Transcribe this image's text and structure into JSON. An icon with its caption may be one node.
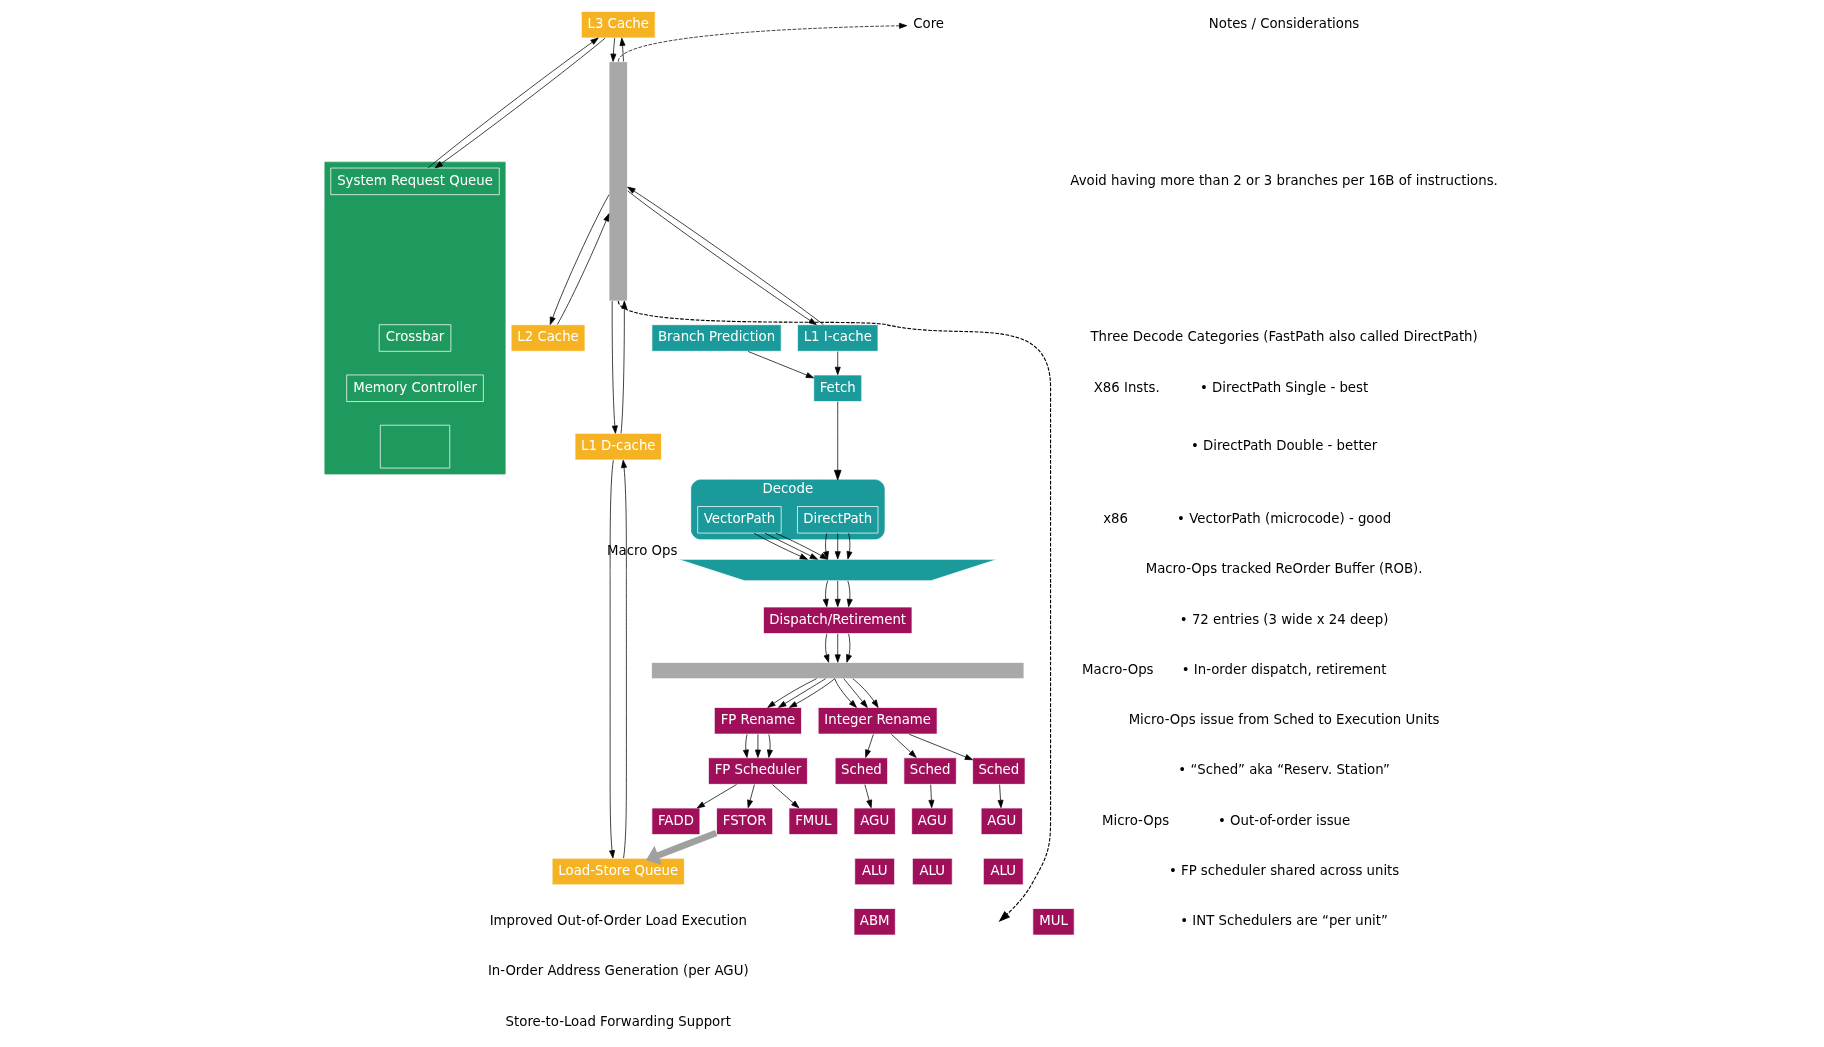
{
  "diagram": {
    "nodes": [
      {
        "text": [
          "L3 Cache"
        ]
      },
      {
        "text": [],
        "shape": "box"
      },
      {
        "text": [
          "System Request Queue"
        ],
        "in": 1
      },
      {
        "text": [
          "Crossbar"
        ],
        "in": 1
      },
      {
        "text": [
          "Memory Controller"
        ],
        "in": 1
      },
      {
        "text": [],
        "shape": "box",
        "in": 1
      },
      {
        "text": [],
        "shape": "bar"
      },
      {
        "text": [
          "L1 I-cache"
        ]
      },
      {
        "text": [
          "L2 Cache"
        ]
      },
      {
        "text": [
          "L1 D-cache"
        ]
      },
      {
        "text": [
          "Load-Store Queue"
        ]
      },
      {
        "text": [
          "Fetch"
        ]
      },
      {
        "text": [
          "Branch Prediction"
        ]
      },
      {
        "text": [
          "Decode"
        ]
      },
      {
        "text": [
          "DirectPath"
        ],
        "in": 13
      },
      {
        "text": [
          "VectorPath"
        ],
        "in": 13
      },
      {
        "text": [],
        "shape": "trapezoid",
        "beside": [
          "Macro Ops"
        ]
      },
      {
        "text": [
          "Dispatch/Retirement"
        ]
      },
      {
        "text": [],
        "shape": "bar"
      },
      {
        "text": [
          "Integer Rename"
        ]
      },
      {
        "text": [
          "FP Rename"
        ]
      },
      {
        "text": [
          "Sched"
        ]
      },
      {
        "text": [
          "Sched"
        ]
      },
      {
        "text": [
          "Sched"
        ]
      },
      {
        "text": [
          "FP Scheduler"
        ]
      },
      {
        "text": [
          "AGU"
        ]
      },
      {
        "text": [
          "ALU"
        ]
      },
      {
        "text": [
          "MUL"
        ]
      },
      {
        "text": [
          "AGU"
        ]
      },
      {
        "text": [
          "ALU"
        ]
      },
      {
        "text": [
          "AGU"
        ]
      },
      {
        "text": [
          "ALU"
        ]
      },
      {
        "text": [
          "ABM"
        ]
      },
      {
        "text": [
          "FADD"
        ]
      },
      {
        "text": [
          "FMUL"
        ]
      },
      {
        "text": [
          "FSTOR"
        ]
      },
      {
        "text": [
          "Core"
        ]
      }
    ],
    "edges": [
      {
        "from": 6,
        "to": 0,
        "arrow": "to"
      },
      {
        "from": 0,
        "to": 6,
        "arrow": "to"
      },
      {
        "from": 0,
        "to": 2,
        "arrow": "to"
      },
      {
        "from": 2,
        "to": 0,
        "arrow": "to"
      },
      {
        "from": 7,
        "to": 6,
        "arrow": "to"
      },
      {
        "from": 6,
        "to": 7,
        "arrow": "to"
      },
      {
        "from": 7,
        "to": 11,
        "arrow": "to"
      },
      {
        "from": 12,
        "to": 11,
        "arrow": "to"
      },
      {
        "from": 11,
        "to": 13,
        "arrow": "to"
      },
      {
        "from": 14,
        "to": 16,
        "arrow": "to"
      },
      {
        "from": 14,
        "to": 16,
        "arrow": "to"
      },
      {
        "from": 14,
        "to": 16,
        "arrow": "to"
      },
      {
        "from": 15,
        "to": 16,
        "arrow": "to"
      },
      {
        "from": 15,
        "to": 16,
        "arrow": "to"
      },
      {
        "from": 15,
        "to": 16,
        "arrow": "to"
      },
      {
        "from": 16,
        "to": 17,
        "arrow": "to"
      },
      {
        "from": 16,
        "to": 17,
        "arrow": "to"
      },
      {
        "from": 16,
        "to": 17,
        "arrow": "to"
      },
      {
        "from": 17,
        "to": 18,
        "arrow": "to"
      },
      {
        "from": 17,
        "to": 18,
        "arrow": "to"
      },
      {
        "from": 17,
        "to": 18,
        "arrow": "to"
      },
      {
        "from": 18,
        "to": 19,
        "arrow": "to"
      },
      {
        "from": 18,
        "to": 19,
        "arrow": "to"
      },
      {
        "from": 18,
        "to": 19,
        "arrow": "to"
      },
      {
        "from": 18,
        "to": 20,
        "arrow": "to"
      },
      {
        "from": 18,
        "to": 20,
        "arrow": "to"
      },
      {
        "from": 18,
        "to": 20,
        "arrow": "to"
      },
      {
        "from": 19,
        "to": 21,
        "arrow": "to"
      },
      {
        "from": 19,
        "to": 22,
        "arrow": "to"
      },
      {
        "from": 19,
        "to": 23,
        "arrow": "to"
      },
      {
        "from": 20,
        "to": 24,
        "arrow": "to"
      },
      {
        "from": 20,
        "to": 24,
        "arrow": "to"
      },
      {
        "from": 20,
        "to": 24,
        "arrow": "to"
      },
      {
        "from": 21,
        "to": 25,
        "arrow": "to"
      },
      {
        "from": 22,
        "to": 28,
        "arrow": "to"
      },
      {
        "from": 23,
        "to": 30,
        "arrow": "to"
      },
      {
        "from": 24,
        "to": 33,
        "arrow": "to"
      },
      {
        "from": 24,
        "to": 34,
        "arrow": "to"
      },
      {
        "from": 24,
        "to": 35,
        "arrow": "to"
      },
      {
        "from": 8,
        "to": 6,
        "arrow": "to"
      },
      {
        "from": 6,
        "to": 8,
        "arrow": "to"
      },
      {
        "from": 6,
        "to": 9,
        "arrow": "to"
      },
      {
        "from": 9,
        "to": 6,
        "arrow": "to"
      },
      {
        "from": 9,
        "to": 10,
        "arrow": "to"
      },
      {
        "from": 10,
        "to": 9,
        "arrow": "to"
      },
      {
        "from": 35,
        "to": 10,
        "arrow": "to",
        "style": "thick",
        "color": "#a0a0a0"
      },
      {
        "from": 6,
        "to": 36,
        "arrow": "to",
        "style": "dashed"
      },
      {
        "from": 6,
        "to": null,
        "arrow": "to",
        "style": "dashed"
      }
    ],
    "labels": [
      "x86",
      "X86 Insts.",
      "Macro-Ops",
      "Micro-Ops",
      "Notes / Considerations",
      "Avoid having more than 2 or 3 branches per 16B of instructions.",
      "Three Decode Categories (FastPath also called DirectPath)",
      "• DirectPath Single - best",
      "• DirectPath Double - better",
      "• VectorPath (microcode) - good",
      "Macro-Ops tracked ReOrder Buffer (ROB).",
      "• 72 entries (3 wide x 24 deep)",
      "• In-order dispatch, retirement",
      "Micro-Ops issue from Sched to Execution Units",
      "• “Sched” aka “Reserv. Station”",
      "• Out-of-order issue",
      "• FP scheduler shared across units",
      "• INT Schedulers are “per unit”",
      "Improved Out-of-Order Load Execution",
      "In-Order Address Generation (per AGU)",
      "Store-to-Load Forwarding Support"
    ]
  }
}
